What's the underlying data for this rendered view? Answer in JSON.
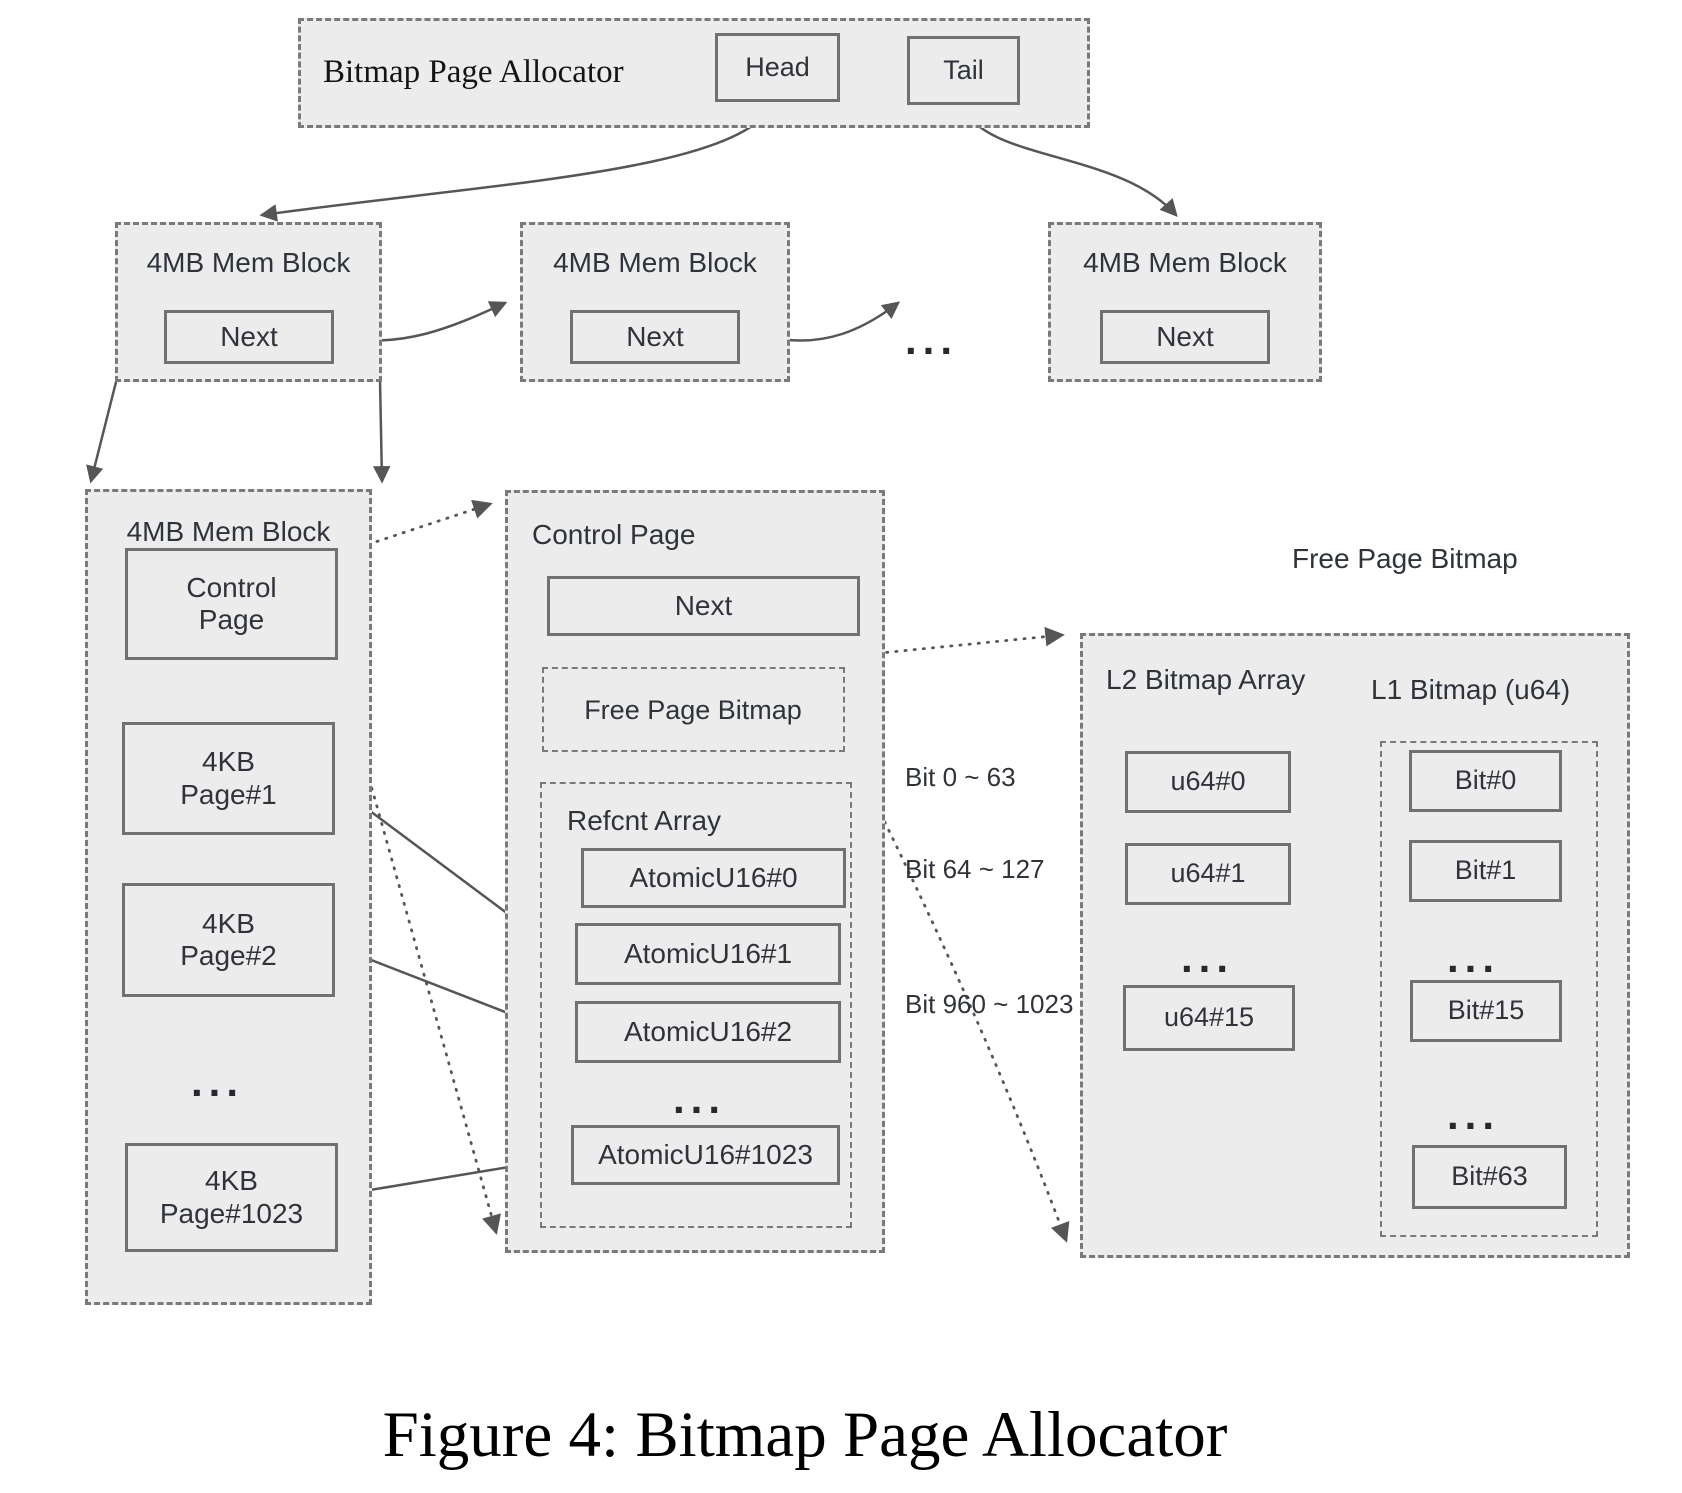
{
  "caption": "Figure 4: Bitmap Page Allocator",
  "allocator": {
    "title": "Bitmap Page Allocator",
    "head": "Head",
    "tail": "Tail"
  },
  "block_row": {
    "blocks": [
      "4MB Mem Block",
      "4MB Mem Block",
      "4MB Mem Block"
    ],
    "next": "Next",
    "ellipsis": "..."
  },
  "detail_block": {
    "label": "4MB Mem Block",
    "control_page": "Control\nPage",
    "page1": "4KB\nPage#1",
    "page2": "4KB\nPage#2",
    "ellipsis": "...",
    "page1023": "4KB\nPage#1023"
  },
  "control_page": {
    "label": "Control Page",
    "next": "Next",
    "free_page_bitmap": "Free Page Bitmap",
    "refcnt_label": "Refcnt Array",
    "atomic0": "AtomicU16#0",
    "atomic1": "AtomicU16#1",
    "atomic2": "AtomicU16#2",
    "ellipsis": "...",
    "atomic1023": "AtomicU16#1023"
  },
  "bit_ranges": {
    "r0": "Bit 0 ~ 63",
    "r1": "Bit 64 ~ 127",
    "r15": "Bit 960 ~ 1023"
  },
  "free_page_bitmap": {
    "title": "Free Page Bitmap",
    "l2_label": "L2 Bitmap Array",
    "l1_label": "L1 Bitmap (u64)",
    "u64_0": "u64#0",
    "u64_1": "u64#1",
    "u64_15": "u64#15",
    "bit_0": "Bit#0",
    "bit_1": "Bit#1",
    "bit_15": "Bit#15",
    "bit_63": "Bit#63",
    "ellipsis": "..."
  },
  "colors": {
    "box_fill": "#ececec",
    "border": "#7a7a7a",
    "arrow": "#565656"
  }
}
